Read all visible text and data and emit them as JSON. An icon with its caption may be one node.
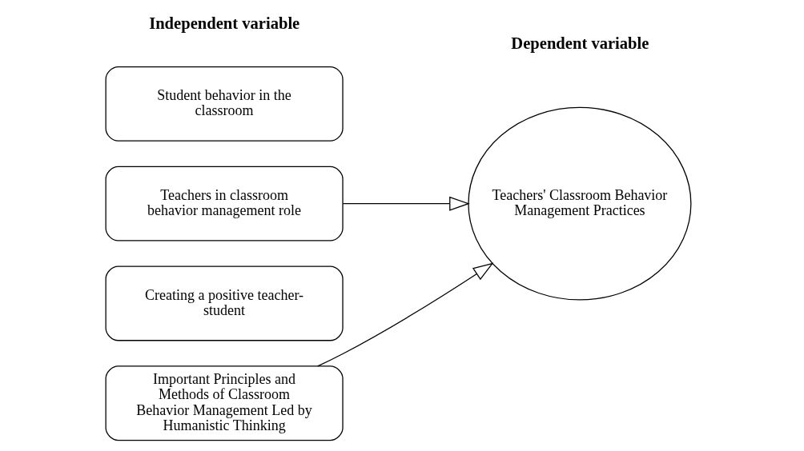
{
  "diagram": {
    "nodes": [
      {
        "text": [
          "Student behavior in the classroom"
        ]
      },
      {
        "text": [
          "Teachers in classroom behavior management role"
        ]
      },
      {
        "text": [
          "Creating a positive teacher-student"
        ]
      },
      {
        "text": [
          "Important Principles and Methods of Classroom Behavior Management Led by Humanistic Thinking"
        ]
      },
      {
        "text": [
          "Teachers' Classroom Behavior Management Practices"
        ]
      }
    ],
    "edges": [
      {
        "from": 1,
        "to": 4,
        "arrow": "to"
      },
      {
        "from": 3,
        "to": 4,
        "arrow": "to"
      }
    ],
    "labels": [
      "Independent variable",
      "Dependent variable"
    ]
  }
}
